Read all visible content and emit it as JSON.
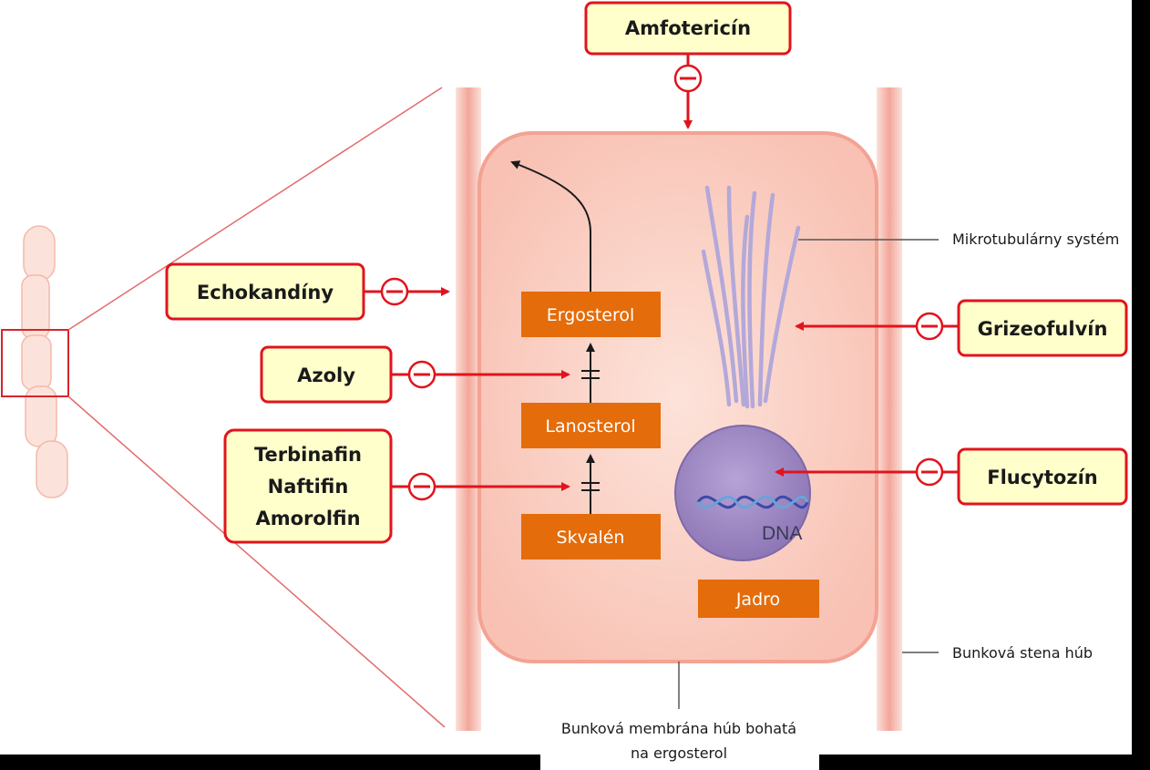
{
  "drugs": {
    "amfotericin": "Amfotericín",
    "echokandiny": "Echokandíny",
    "azoly": "Azoly",
    "terbinafin_line1": "Terbinafin",
    "terbinafin_line2": "Naftifin",
    "terbinafin_line3": "Amorolfin",
    "grizeofulvin": "Grizeofulvín",
    "flucytozin": "Flucytozín"
  },
  "pathway": {
    "ergosterol": "Ergosterol",
    "lanosterol": "Lanosterol",
    "skvalen": "Skvalén",
    "jadro": "Jadro",
    "dna": "DNA"
  },
  "labels": {
    "mikrotubularny": "Mikrotubulárny systém",
    "bunkova_stena": "Bunková stena húb",
    "membrana_line1": "Bunková membrána húb bohatá",
    "membrana_line2": "na ergosterol"
  },
  "colors": {
    "drug_box_fill": "#ffffcc",
    "drug_box_stroke": "#e0141e",
    "inhibit_arrow": "#e0141e",
    "pathway_box": "#e46c0a",
    "cell_fill": "#f9c8bc",
    "nucleus": "#9b84c1",
    "microtubule": "#b8aedb"
  },
  "icons": {
    "inhibition": "minus-circle-icon"
  }
}
